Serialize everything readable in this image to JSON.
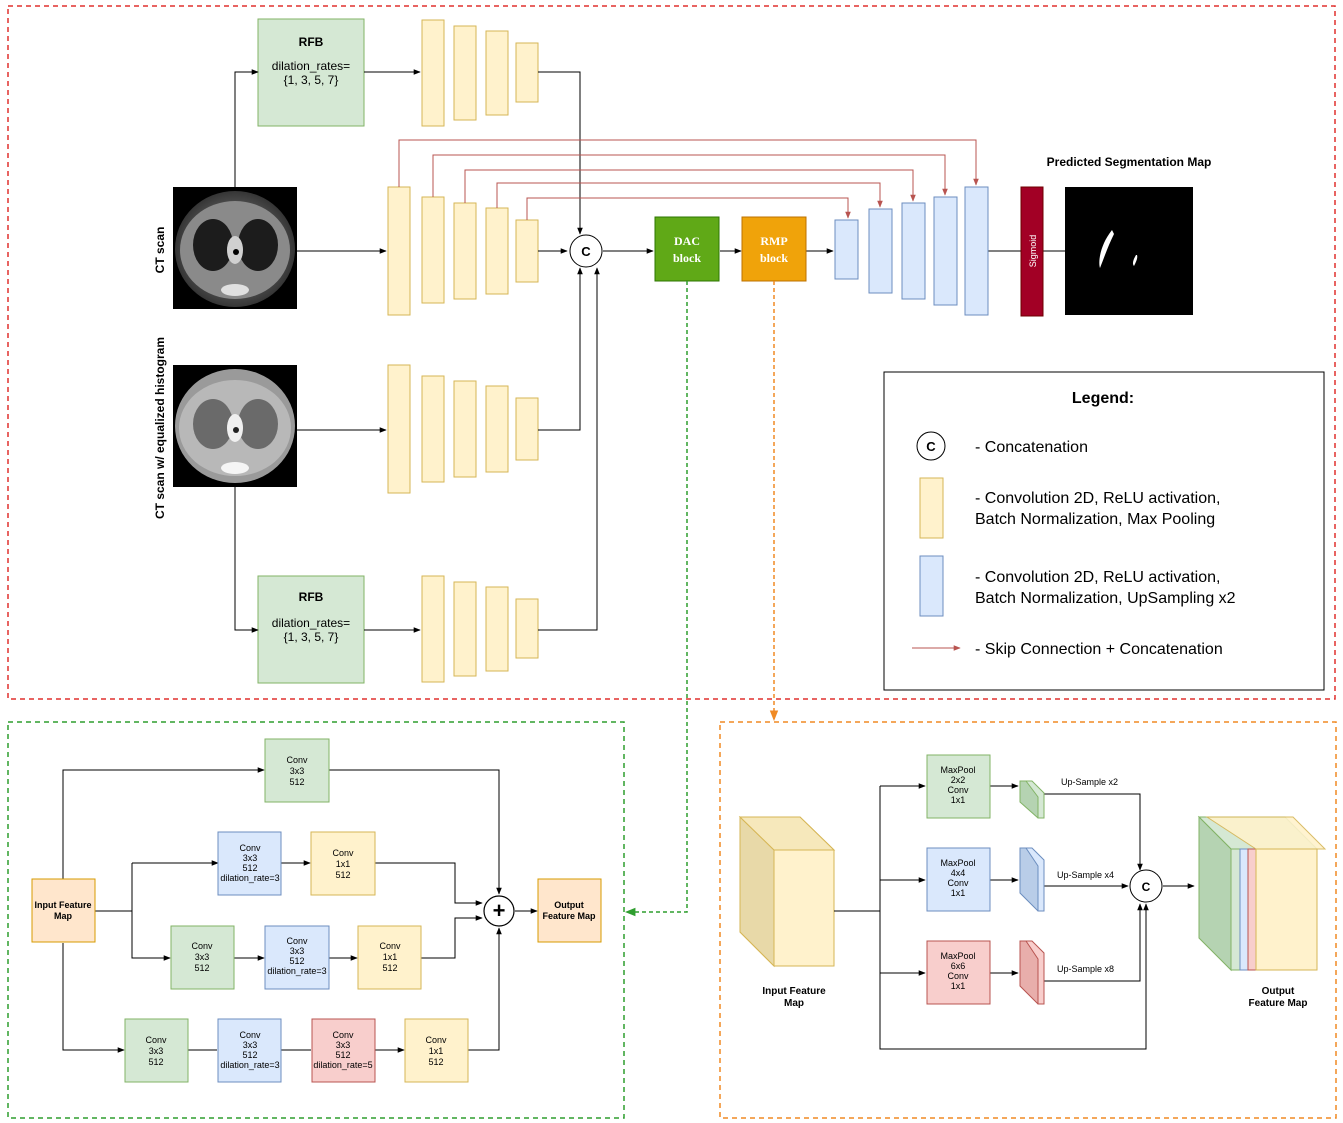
{
  "main": {
    "rfb_top": {
      "title": "RFB",
      "line1": "dilation_rates=",
      "line2": "{1, 3, 5, 7}"
    },
    "rfb_bottom": {
      "title": "RFB",
      "line1": "dilation_rates=",
      "line2": "{1, 3, 5, 7}"
    },
    "ct_scan_label": "CT scan",
    "ct_hist_label": "CT scan w/ equalized histogram",
    "concat_symbol": "C",
    "dac": {
      "line1": "DAC",
      "line2": "block"
    },
    "rmp": {
      "line1": "RMP",
      "line2": "block"
    },
    "sigmoid_label": "Sigmoid",
    "output_title": "Predicted Segmentation Map"
  },
  "legend": {
    "title": "Legend:",
    "concat_symbol": "C",
    "concat": "- Concatenation",
    "enc_line1": "- Convolution 2D, ReLU activation,",
    "enc_line2": "Batch Normalization, Max Pooling",
    "dec_line1": "- Convolution 2D, ReLU activation,",
    "dec_line2": "Batch Normalization, UpSampling x2",
    "skip": "- Skip Connection + Concatenation"
  },
  "dac_detail": {
    "input": {
      "line1": "Input Feature",
      "line2": "Map"
    },
    "output": {
      "line1": "Output",
      "line2": "Feature Map"
    },
    "b1": {
      "l1": "Conv",
      "l2": "3x3",
      "l3": "512"
    },
    "b2a": {
      "l1": "Conv",
      "l2": "3x3",
      "l3": "512",
      "l4": "dilation_rate=3"
    },
    "b2b": {
      "l1": "Conv",
      "l2": "1x1",
      "l3": "512"
    },
    "b3a": {
      "l1": "Conv",
      "l2": "3x3",
      "l3": "512"
    },
    "b3b": {
      "l1": "Conv",
      "l2": "3x3",
      "l3": "512",
      "l4": "dilation_rate=3"
    },
    "b3c": {
      "l1": "Conv",
      "l2": "1x1",
      "l3": "512"
    },
    "b4a": {
      "l1": "Conv",
      "l2": "3x3",
      "l3": "512"
    },
    "b4b": {
      "l1": "Conv",
      "l2": "3x3",
      "l3": "512",
      "l4": "dilation_rate=3"
    },
    "b4c": {
      "l1": "Conv",
      "l2": "3x3",
      "l3": "512",
      "l4": "dilation_rate=5"
    },
    "b4d": {
      "l1": "Conv",
      "l2": "1x1",
      "l3": "512"
    },
    "sum_symbol": "+"
  },
  "rmp_detail": {
    "input": {
      "line1": "Input Feature",
      "line2": "Map"
    },
    "output": {
      "line1": "Output",
      "line2": "Feature Map"
    },
    "p1": {
      "l1": "MaxPool",
      "l2": "2x2",
      "l3": "Conv",
      "l4": "1x1"
    },
    "p2": {
      "l1": "MaxPool",
      "l2": "4x4",
      "l3": "Conv",
      "l4": "1x1"
    },
    "p3": {
      "l1": "MaxPool",
      "l2": "6x6",
      "l3": "Conv",
      "l4": "1x1"
    },
    "up1": "Up-Sample x2",
    "up2": "Up-Sample x4",
    "up3": "Up-Sample x8",
    "concat_symbol": "C"
  },
  "colors": {
    "encoder": "#fff2cc",
    "encoder_stroke": "#d6b656",
    "decoder": "#dae8fc",
    "decoder_stroke": "#6c8ebf",
    "rfb": "#d5e8d4",
    "rfb_stroke": "#82b366",
    "dac": "#60a917",
    "rmp": "#f0a30a",
    "sigmoid": "#a20025",
    "skip": "#b85450",
    "main_border": "#e0302f",
    "dac_border": "#2f9e2f",
    "rmp_border": "#f08a24",
    "input_map": "#ffe6cc",
    "red_block": "#f8cecc"
  }
}
